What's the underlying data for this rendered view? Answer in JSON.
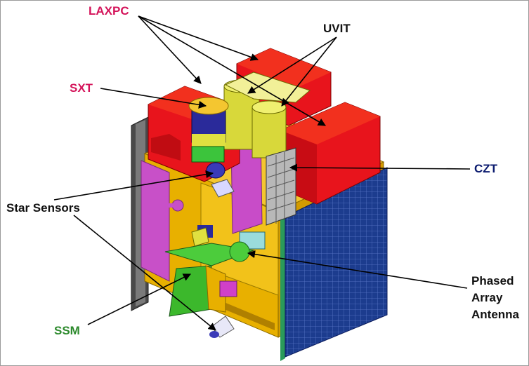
{
  "labels": {
    "laxpc": "LAXPC",
    "uvit": "UVIT",
    "sxt": "SXT",
    "czt": "CZT",
    "star_sensors": "Star Sensors",
    "ssm": "SSM",
    "phased_array_antenna": [
      "Phased",
      "Array",
      "Antenna"
    ]
  },
  "colors": {
    "laxpc_label": "#d4145a",
    "sxt_label": "#d4145a",
    "uvit_label": "#111111",
    "czt_label": "#0a1a6e",
    "ssm_label": "#2d8a2d",
    "laxpc_modules": "#e8141c",
    "uvit_telescopes": "#e0e040",
    "sxt_telescope": "#2a2a9a",
    "bus_body": "#f0b800",
    "solar_panel": "#1a3a8a",
    "side_panels": "#c84cc8",
    "ssm_unit": "#4ccc3c"
  }
}
